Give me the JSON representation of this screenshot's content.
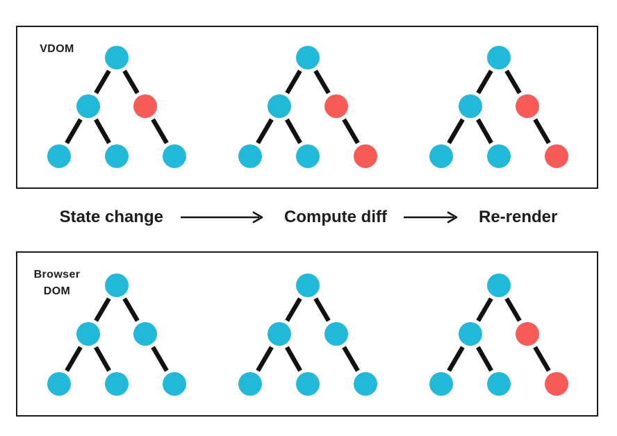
{
  "colors": {
    "node_blue": "#21b9d9",
    "node_red": "#f85b55",
    "edge": "#111111",
    "panel_border": "#1a1a1a",
    "text": "#1d1d1d"
  },
  "panels": [
    {
      "name": "vdom",
      "label_lines": [
        "VDOM"
      ],
      "trees": [
        {
          "nodes": [
            "blue",
            "blue",
            "red",
            "blue",
            "blue",
            "blue"
          ]
        },
        {
          "nodes": [
            "blue",
            "blue",
            "red",
            "blue",
            "blue",
            "red"
          ]
        },
        {
          "nodes": [
            "blue",
            "blue",
            "red",
            "blue",
            "blue",
            "red"
          ]
        }
      ]
    },
    {
      "name": "browser-dom",
      "label_lines": [
        "Browser",
        "DOM"
      ],
      "trees": [
        {
          "nodes": [
            "blue",
            "blue",
            "blue",
            "blue",
            "blue",
            "blue"
          ]
        },
        {
          "nodes": [
            "blue",
            "blue",
            "blue",
            "blue",
            "blue",
            "blue"
          ]
        },
        {
          "nodes": [
            "blue",
            "blue",
            "red",
            "blue",
            "blue",
            "red"
          ]
        }
      ]
    }
  ],
  "flow": {
    "steps": [
      "State change",
      "Compute diff",
      "Re-render"
    ]
  }
}
